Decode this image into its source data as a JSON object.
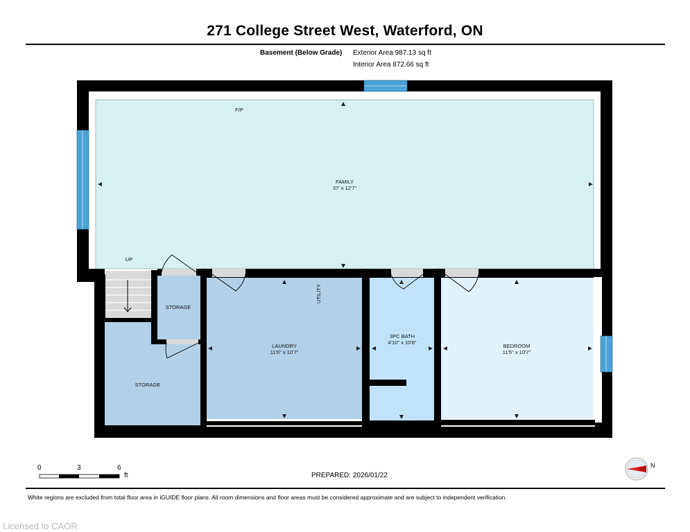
{
  "header": {
    "title": "271 College Street West, Waterford, ON",
    "level": "Basement (Below Grade)",
    "exterior_area": "Exterior Area 987.13 sq ft",
    "interior_area": "Interior Area 872.66 sq ft"
  },
  "plan": {
    "labels": {
      "fp": "F/P",
      "up": "UP",
      "utility": "UTILITY"
    },
    "rooms": [
      {
        "name": "FAMILY",
        "dims": "37' x 12'7\""
      },
      {
        "name": "LAUNDRY",
        "dims": "11'6\" x 10'7\""
      },
      {
        "name": "3PC BATH",
        "dims": "4'10\" x 10'8\""
      },
      {
        "name": "BEDROOM",
        "dims": "11'5\" x 10'7\""
      },
      {
        "name": "STORAGE",
        "dims": ""
      },
      {
        "name": "STORAGE",
        "dims": ""
      }
    ],
    "colors": {
      "wall": "#000000",
      "family": "#d7f1f2",
      "laundry": "#b3d0e6",
      "bath": "#c2e2f8",
      "bedroom": "#e3f3fb",
      "storage": "#b3d0e6",
      "window": "#4aa3d6",
      "stairs": "#d9d9d9"
    }
  },
  "scale": {
    "ticks": [
      "0",
      "3",
      "6"
    ],
    "unit": "ft"
  },
  "prepared": "PREPARED: 2026/01/22",
  "footnote": "White regions are excluded from total floor area in iGUIDE floor plans. All room dimensions and floor areas must be considered approximate and are subject to independent verification.",
  "watermark": "Licensed to CAOR",
  "compass": {
    "label": "N"
  }
}
